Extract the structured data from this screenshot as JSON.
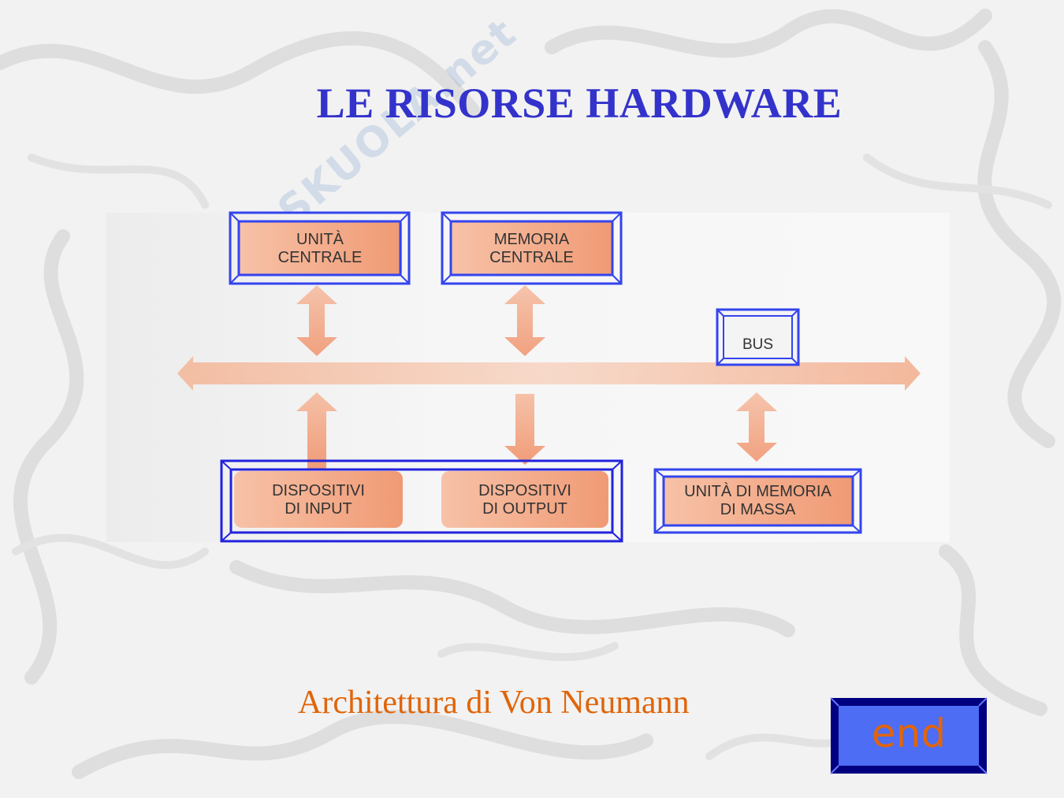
{
  "slide": {
    "title": "LE RISORSE HARDWARE",
    "caption": "Architettura di Von Neumann",
    "watermark": "SKUOLA.net",
    "end_button_label": "end"
  },
  "diagram": {
    "nodes": {
      "cpu": "UNITÀ\nCENTRALE",
      "memory": "MEMORIA\nCENTRALE",
      "bus": "BUS",
      "input": "DISPOSITIVI\nDI INPUT",
      "output": "DISPOSITIVI\nDI OUTPUT",
      "storage": "UNITÀ DI MEMORIA\nDI MASSA"
    }
  },
  "colors": {
    "title": "#3333cc",
    "frame": "#3344ee",
    "box_fill": "#f2a27e",
    "arrow": "#f09a74",
    "caption": "#e0650a",
    "end_button_fill": "#4d6df5",
    "end_button_border": "#000080"
  }
}
